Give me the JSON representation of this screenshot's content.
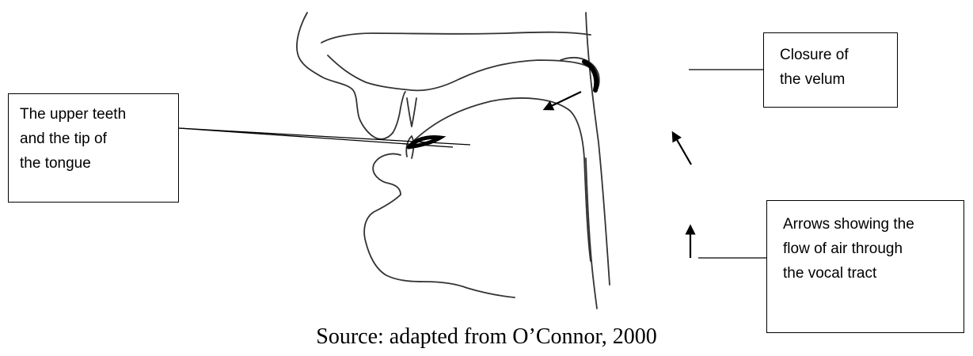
{
  "labels": {
    "teeth": "The upper teeth\nand the tip of\nthe tongue",
    "velum": "Closure of\nthe velum",
    "arrows": "Arrows showing the\nflow of air through\nthe vocal tract"
  },
  "caption": "Source: adapted from O’Connor, 2000"
}
